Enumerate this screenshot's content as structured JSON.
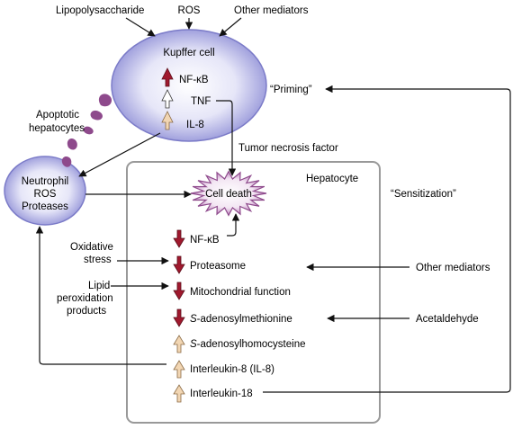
{
  "top_inputs": {
    "lipopolysaccharide": "Lipopolysaccharide",
    "ros": "ROS",
    "other_mediators": "Other mediators"
  },
  "kupffer": {
    "title": "Kupffer cell",
    "nfkb": "NF-κB",
    "tnf": "TNF",
    "il8": "IL-8"
  },
  "apoptotic_label": [
    "Apoptotic",
    "hepatocytes"
  ],
  "neutrophil": [
    "Neutrophil",
    "ROS",
    "Proteases"
  ],
  "priming": "“Priming”",
  "sensitization": "“Sensitization”",
  "tnf_label": "Tumor necrosis factor",
  "hepatocyte": {
    "title": "Hepatocyte",
    "cell_death": "Cell death",
    "items": [
      {
        "label": "NF-κB",
        "direction": "down"
      },
      {
        "label": "Proteasome",
        "direction": "down"
      },
      {
        "label": "Mitochondrial function",
        "direction": "down"
      },
      {
        "label": "S-adenosylmethionine",
        "direction": "down"
      },
      {
        "label": "S-adenosylhomocysteine",
        "direction": "up"
      },
      {
        "label": "Interleukin-8 (IL-8)",
        "direction": "up"
      },
      {
        "label": "Interleukin-18",
        "direction": "up"
      }
    ]
  },
  "left_inputs": {
    "oxidative_stress": [
      "Oxidative",
      "stress"
    ],
    "lipid_products": [
      "Lipid",
      "peroxidation",
      "products"
    ]
  },
  "right_inputs": {
    "other_mediators": "Other mediators",
    "acetaldehyde": "Acetaldehyde"
  },
  "colors": {
    "down_arrow": "#a0192e",
    "up_arrow": "#f2d6b3",
    "cell_blue": "#8f8fd6",
    "apoptotic": "#8e4a8c",
    "box_border": "#999999"
  }
}
